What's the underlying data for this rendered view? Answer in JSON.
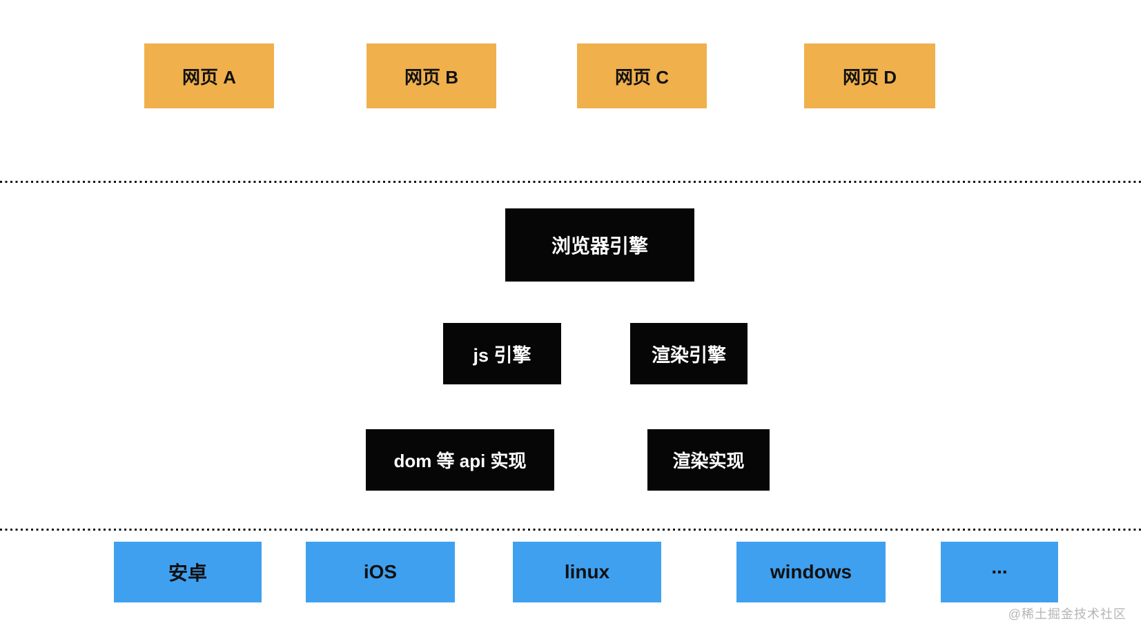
{
  "colors": {
    "webpage_box": "#F0B04C",
    "engine_box": "#060606",
    "os_box": "#3FA0F0",
    "engine_text": "#ffffff",
    "box_text": "#111111",
    "dot": "#111111",
    "watermark_text": "#b5b5b5"
  },
  "diagram": {
    "webpages": [
      {
        "label": "网页 A"
      },
      {
        "label": "网页 B"
      },
      {
        "label": "网页 C"
      },
      {
        "label": "网页 D"
      }
    ],
    "browser_engine": {
      "label": "浏览器引擎"
    },
    "engines": [
      {
        "label": "js 引擎"
      },
      {
        "label": "渲染引擎"
      }
    ],
    "implementations": [
      {
        "label": "dom 等 api 实现"
      },
      {
        "label": "渲染实现"
      }
    ],
    "platforms": [
      {
        "label": "安卓"
      },
      {
        "label": "iOS"
      },
      {
        "label": "linux"
      },
      {
        "label": "windows"
      },
      {
        "label": "..."
      }
    ],
    "watermark": "@稀土掘金技术社区"
  }
}
